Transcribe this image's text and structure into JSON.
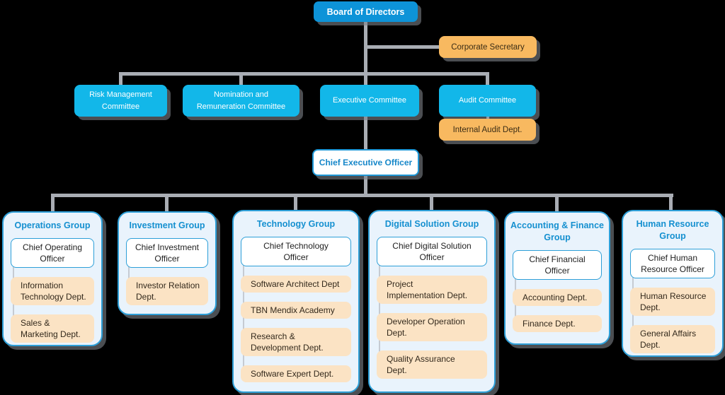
{
  "org": {
    "board": "Board of Directors",
    "corporate_secretary": "Corporate Secretary",
    "committees": [
      "Risk Management\nCommittee",
      "Nomination and\nRemuneration Committee",
      "Executive Committee",
      "Audit Committee"
    ],
    "internal_audit": "Internal Audit Dept.",
    "ceo": "Chief Executive Officer",
    "groups": [
      {
        "title": "Operations Group",
        "officer": "Chief Operating\nOfficer",
        "departments": [
          "Information\nTechnology Dept.",
          "Sales &\nMarketing Dept."
        ]
      },
      {
        "title": "Investment Group",
        "officer": "Chief Investment\nOfficer",
        "departments": [
          "Investor Relation\nDept."
        ]
      },
      {
        "title": "Technology Group",
        "officer": "Chief Technology\nOfficer",
        "departments": [
          "Software Architect Dept",
          "TBN Mendix Academy",
          "Research &\nDevelopment Dept.",
          "Software Expert Dept."
        ]
      },
      {
        "title": "Digital Solution Group",
        "officer": "Chief Digital Solution\nOfficer",
        "departments": [
          "Project\nImplementation Dept.",
          "Developer Operation\nDept.",
          "Quality Assurance\nDept."
        ]
      },
      {
        "title": "Accounting & Finance\nGroup",
        "officer": "Chief Financial\nOfficer",
        "departments": [
          "Accounting Dept.",
          "Finance Dept."
        ]
      },
      {
        "title": "Human Resource Group",
        "officer": "Chief Human\nResource Officer",
        "departments": [
          "Human Resource\nDept.",
          "General Affairs\nDept."
        ]
      }
    ],
    "colors": {
      "background": "#000000",
      "board_blue": "#0d93d8",
      "committee_cyan": "#12b7e9",
      "secretary_orange": "#f8b960",
      "department_peach": "#fbe3c4",
      "group_background": "#e9f3fc",
      "group_border": "#2d9fd8",
      "title_blue": "#1590d0",
      "ceo_text_blue": "#1687c9",
      "connector_gray": "#a9adb4"
    }
  }
}
